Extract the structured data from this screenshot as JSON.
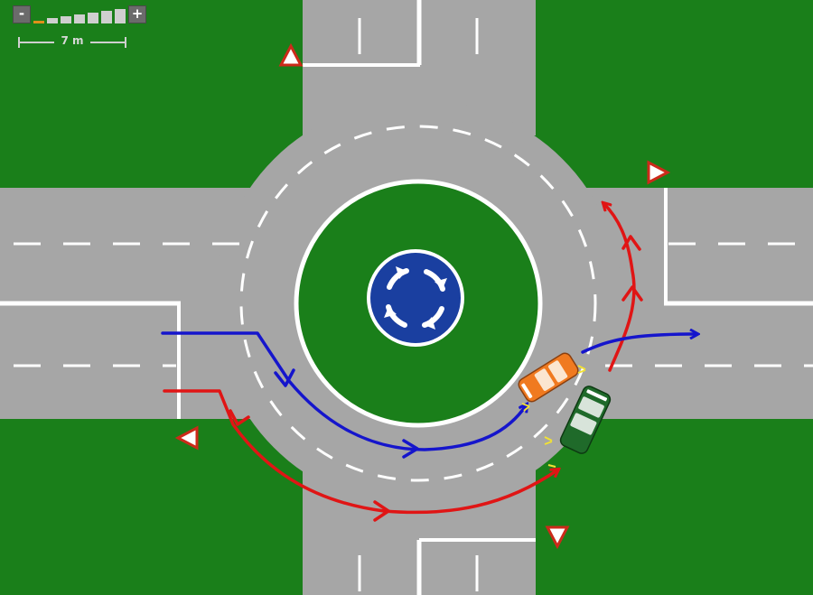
{
  "colors": {
    "grass": "#1a7f1a",
    "asphalt": "#a6a6a6",
    "marking": "#ffffff",
    "path_red": "#e01515",
    "path_blue": "#1515cc",
    "sign_blue": "#1a3fa0",
    "car_orange": "#f07a20",
    "car_green": "#1f6a2a",
    "indicator": "#f2e233",
    "give_way_red": "#cc2a1a"
  },
  "zoom": {
    "minus_label": "-",
    "plus_label": "+",
    "active_level": 1,
    "levels": 7
  },
  "scale": {
    "label": "7 m"
  },
  "icons": {
    "centre_sign": "roundabout-mandatory-sign-icon",
    "yield": "give-way-sign-icon"
  }
}
